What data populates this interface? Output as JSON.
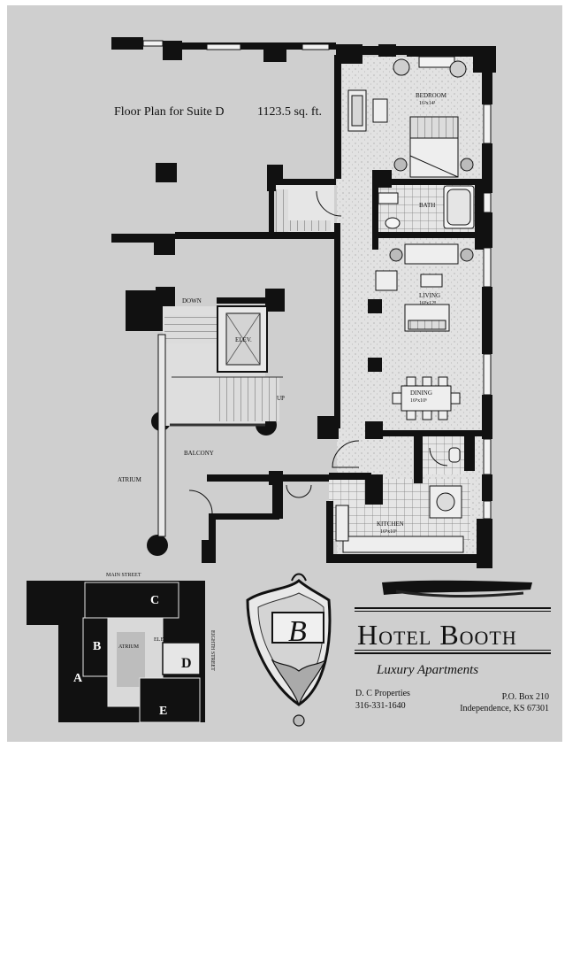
{
  "title": "Floor Plan for Suite D",
  "area": "1123.5 sq. ft.",
  "rooms": {
    "bedroom": {
      "name": "BEDROOM",
      "dims": "16²x14¹"
    },
    "bath": {
      "name": "BATH"
    },
    "living": {
      "name": "LIVING",
      "dims": "16⁸x12⁸"
    },
    "dining": {
      "name": "DINING",
      "dims": "16⁸x10⁶"
    },
    "kitchen": {
      "name": "KITCHEN",
      "dims": "16⁸x10⁶"
    },
    "elevator": {
      "name": "ELEV."
    },
    "balcony": {
      "name": "BALCONY"
    },
    "atrium": {
      "name": "ATRIUM"
    }
  },
  "stairs": {
    "down": "DOWN",
    "up": "UP"
  },
  "keymap": {
    "main_street": "MAIN STREET",
    "eighth_street": "EIGHTH STREET",
    "atrium": "ATRIUM",
    "elev": "ELEV.",
    "suites": [
      "A",
      "B",
      "C",
      "D",
      "E"
    ]
  },
  "brand": {
    "monogram": "B",
    "name": "Hotel Booth",
    "tagline": "Luxury Apartments"
  },
  "contact": {
    "company": "D. C Properties",
    "phone": "316-331-1640",
    "po_box": "P.O. Box 210",
    "city": "Independence, KS 67301"
  }
}
